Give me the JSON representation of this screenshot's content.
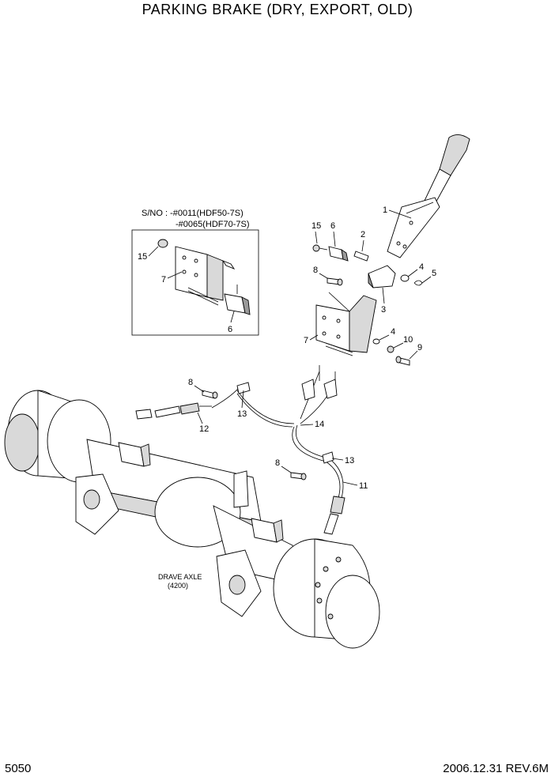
{
  "title": "PARKING BRAKE (DRY, EXPORT, OLD)",
  "footer": {
    "page_number": "5050",
    "revision": "2006.12.31 REV.6M"
  },
  "serial_note": {
    "line1": "S/NO : -#0011(HDF50-7S)",
    "line2": "-#0065(HDF70-7S)"
  },
  "axle_label": {
    "line1": "DRAVE AXLE",
    "line2": "(4200)"
  },
  "part_callouts": {
    "c1": "1",
    "c2": "2",
    "c3": "3",
    "c4a": "4",
    "c4b": "4",
    "c5": "5",
    "c6a": "6",
    "c6b": "6",
    "c7a": "7",
    "c7b": "7",
    "c8a": "8",
    "c8b": "8",
    "c8c": "8",
    "c9": "9",
    "c10": "10",
    "c11": "11",
    "c12": "12",
    "c13a": "13",
    "c13b": "13",
    "c14": "14",
    "c15a": "15",
    "c15b": "15"
  }
}
